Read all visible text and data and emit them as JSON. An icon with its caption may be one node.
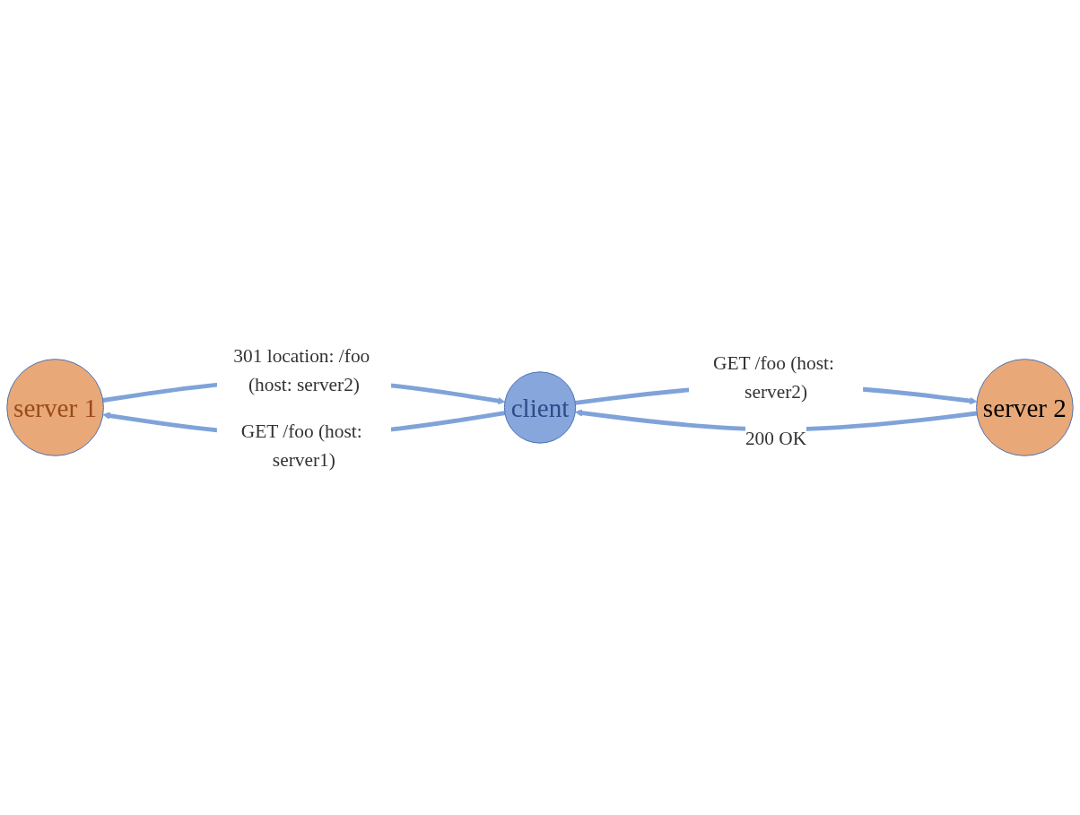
{
  "diagram": {
    "nodes": [
      {
        "text": [
          "server 1"
        ]
      },
      {
        "text": [
          "client"
        ]
      },
      {
        "text": [
          "server 2"
        ]
      }
    ],
    "edges": [
      {
        "from": 1,
        "to": 0,
        "arrow": "to",
        "label": "GET /foo (host: server1)"
      },
      {
        "from": 0,
        "to": 1,
        "arrow": "to",
        "label": "301 location: /foo (host: server2)"
      },
      {
        "from": 1,
        "to": 2,
        "arrow": "to",
        "label": "GET /foo (host: server2)"
      },
      {
        "from": 2,
        "to": 1,
        "arrow": "to",
        "label": "200 OK"
      }
    ]
  }
}
